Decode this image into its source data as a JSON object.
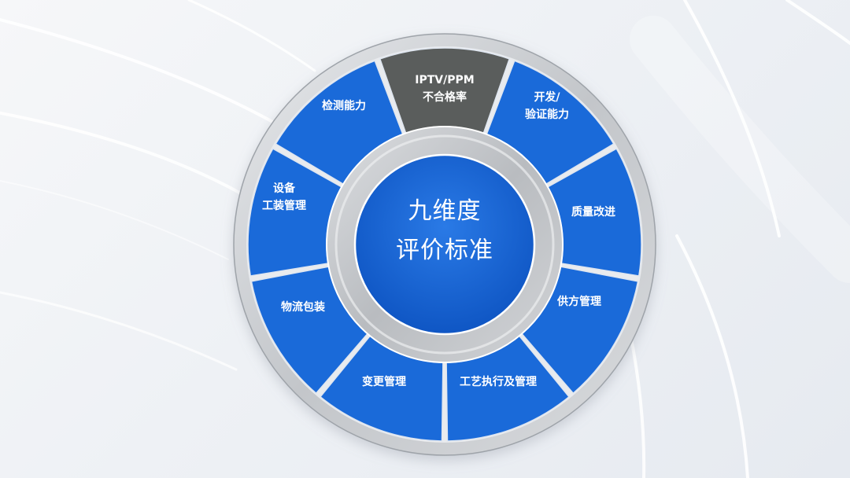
{
  "diagram": {
    "title": "九维度评价标准",
    "center": {
      "line1": "九维度",
      "line2": "评价标准"
    },
    "segments": [
      {
        "id": "iptv-ppm",
        "line1": "IPTV/PPM",
        "line2": "不合格率",
        "color": "#5a5d5c",
        "highlighted": true
      },
      {
        "id": "dev-verify",
        "line1": "开发/",
        "line2": "验证能力",
        "color": "#1a6ad9",
        "highlighted": false
      },
      {
        "id": "quality-improve",
        "line1": "质量改进",
        "line2": "",
        "color": "#1a6ad9",
        "highlighted": false
      },
      {
        "id": "supplier-mgmt",
        "line1": "供方管理",
        "line2": "",
        "color": "#1a6ad9",
        "highlighted": false
      },
      {
        "id": "process-exec-mgmt",
        "line1": "工艺执行及管理",
        "line2": "",
        "color": "#1a6ad9",
        "highlighted": false
      },
      {
        "id": "change-mgmt",
        "line1": "变更管理",
        "line2": "",
        "color": "#1a6ad9",
        "highlighted": false
      },
      {
        "id": "logistics-packaging",
        "line1": "物流包装",
        "line2": "",
        "color": "#1a6ad9",
        "highlighted": false
      },
      {
        "id": "equipment-tooling",
        "line1": "设备",
        "line2": "工装管理",
        "color": "#1a6ad9",
        "highlighted": false
      },
      {
        "id": "inspection-capability",
        "line1": "检测能力",
        "line2": "",
        "color": "#1a6ad9",
        "highlighted": false
      }
    ],
    "colors": {
      "segment_blue": "#1a6ad9",
      "segment_gray": "#5a5d5c",
      "center_blue": "#1565d8",
      "ring_gray": "#c9ccd0",
      "background": "#eef1f5"
    }
  }
}
